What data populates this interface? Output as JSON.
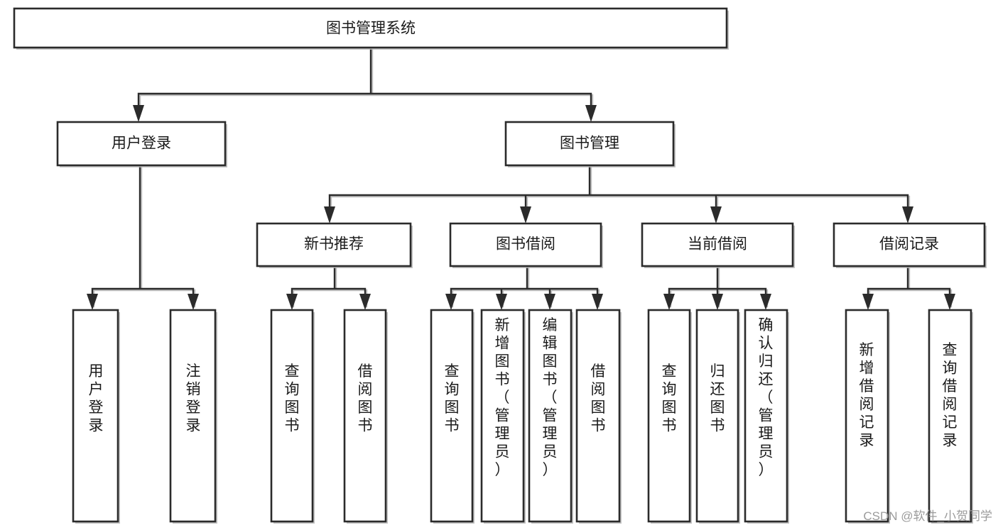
{
  "diagram": {
    "type": "tree-hierarchy-functional-decomposition",
    "title": "图书管理系统",
    "orientation": "top-down",
    "levels": 4,
    "root": {
      "id": "root",
      "label": "图书管理系统",
      "orientation": "horizontal"
    },
    "level2": [
      {
        "id": "user-login",
        "label": "用户登录",
        "orientation": "horizontal"
      },
      {
        "id": "book-manage",
        "label": "图书管理",
        "orientation": "horizontal"
      }
    ],
    "level3": [
      {
        "id": "new-book-rec",
        "label": "新书推荐",
        "orientation": "horizontal",
        "parent": "book-manage"
      },
      {
        "id": "book-borrow",
        "label": "图书借阅",
        "orientation": "horizontal",
        "parent": "book-manage"
      },
      {
        "id": "current-borrow",
        "label": "当前借阅",
        "orientation": "horizontal",
        "parent": "book-manage"
      },
      {
        "id": "borrow-record",
        "label": "借阅记录",
        "orientation": "horizontal",
        "parent": "book-manage"
      }
    ],
    "leaves": [
      {
        "id": "leaf-user-login",
        "label": "用户登录",
        "parent": "user-login",
        "orientation": "vertical"
      },
      {
        "id": "leaf-user-logout",
        "label": "注销登录",
        "parent": "user-login",
        "orientation": "vertical"
      },
      {
        "id": "leaf-query-book-1",
        "label": "查询图书",
        "parent": "new-book-rec",
        "orientation": "vertical"
      },
      {
        "id": "leaf-borrow-book-1",
        "label": "借阅图书",
        "parent": "new-book-rec",
        "orientation": "vertical"
      },
      {
        "id": "leaf-query-book-2",
        "label": "查询图书",
        "parent": "book-borrow",
        "orientation": "vertical"
      },
      {
        "id": "leaf-add-book",
        "label": "新增图书（管理员）",
        "parent": "book-borrow",
        "orientation": "vertical"
      },
      {
        "id": "leaf-edit-book",
        "label": "编辑图书（管理员）",
        "parent": "book-borrow",
        "orientation": "vertical"
      },
      {
        "id": "leaf-borrow-book-2",
        "label": "借阅图书",
        "parent": "book-borrow",
        "orientation": "vertical"
      },
      {
        "id": "leaf-query-book-3",
        "label": "查询图书",
        "parent": "current-borrow",
        "orientation": "vertical"
      },
      {
        "id": "leaf-return-book",
        "label": "归还图书",
        "parent": "current-borrow",
        "orientation": "vertical"
      },
      {
        "id": "leaf-confirm-return",
        "label": "确认归还（管理员）",
        "parent": "current-borrow",
        "orientation": "vertical"
      },
      {
        "id": "leaf-add-record",
        "label": "新增借阅记录",
        "parent": "borrow-record",
        "orientation": "vertical"
      },
      {
        "id": "leaf-query-record",
        "label": "查询借阅记录",
        "parent": "borrow-record",
        "orientation": "vertical"
      }
    ],
    "colors": {
      "box_stroke": "#2b2b2b",
      "box_fill": "#ffffff",
      "connector": "#2b2b2b",
      "shadow": "#b9b9b9",
      "text": "#1a1a1a",
      "background": "#ffffff",
      "watermark": "#9b9b9b"
    }
  },
  "watermark": {
    "text": "CSDN @软件_小贺同学"
  }
}
